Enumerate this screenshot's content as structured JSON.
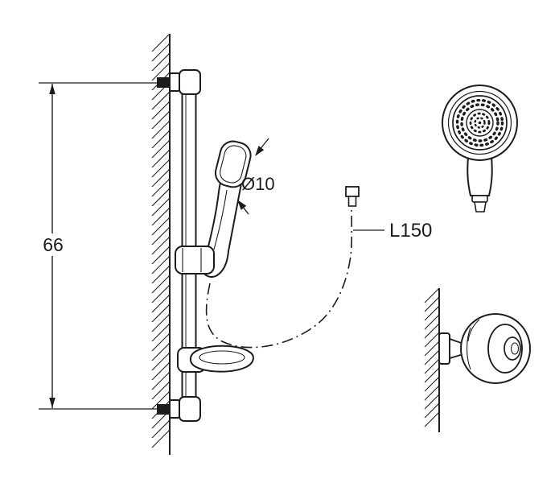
{
  "diagram": {
    "labels": {
      "rail_height": "66",
      "handle_diameter": "Ø10",
      "hose_length": "L150"
    },
    "colors": {
      "line": "#1c1c1c",
      "background": "#ffffff"
    }
  }
}
